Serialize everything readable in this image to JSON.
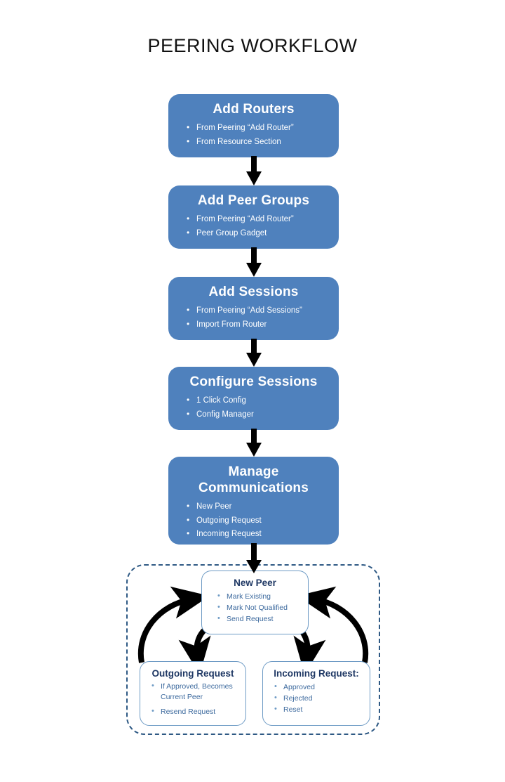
{
  "page": {
    "title": "PEERING WORKFLOW",
    "accent_blue": "#4f81bd",
    "sub_box_border": "#6e9bc5",
    "sub_box_title_color": "#1f3864",
    "sub_box_text_color": "#3d6a9e",
    "dashed_border_color": "#2e5984",
    "arrow_color": "#000000",
    "background": "#ffffff"
  },
  "flow": {
    "steps": [
      {
        "title": "Add Routers",
        "bullets": [
          "From  Peering “Add Router”",
          "From Resource Section"
        ]
      },
      {
        "title": "Add Peer Groups",
        "bullets": [
          "From  Peering “Add Router”",
          "Peer Group Gadget"
        ]
      },
      {
        "title": "Add Sessions",
        "bullets": [
          "From  Peering “Add Sessions”",
          "Import  From Router"
        ]
      },
      {
        "title": "Configure Sessions",
        "bullets": [
          "1 Click Config",
          "Config Manager"
        ]
      },
      {
        "title_line1": "Manage",
        "title_line2": "Communications",
        "bullets": [
          "New Peer",
          "Outgoing Request",
          "Incoming Request"
        ]
      }
    ]
  },
  "group": {
    "new_peer": {
      "title": "New Peer",
      "bullets": [
        "Mark Existing",
        "Mark Not Qualified",
        "Send Request"
      ]
    },
    "outgoing_request": {
      "title": "Outgoing Request",
      "bullets": [
        "If Approved, Becomes Current Peer",
        "Resend Request"
      ]
    },
    "incoming_request": {
      "title": "Incoming Request:",
      "bullets": [
        "Approved",
        "Rejected",
        "Reset"
      ]
    }
  }
}
